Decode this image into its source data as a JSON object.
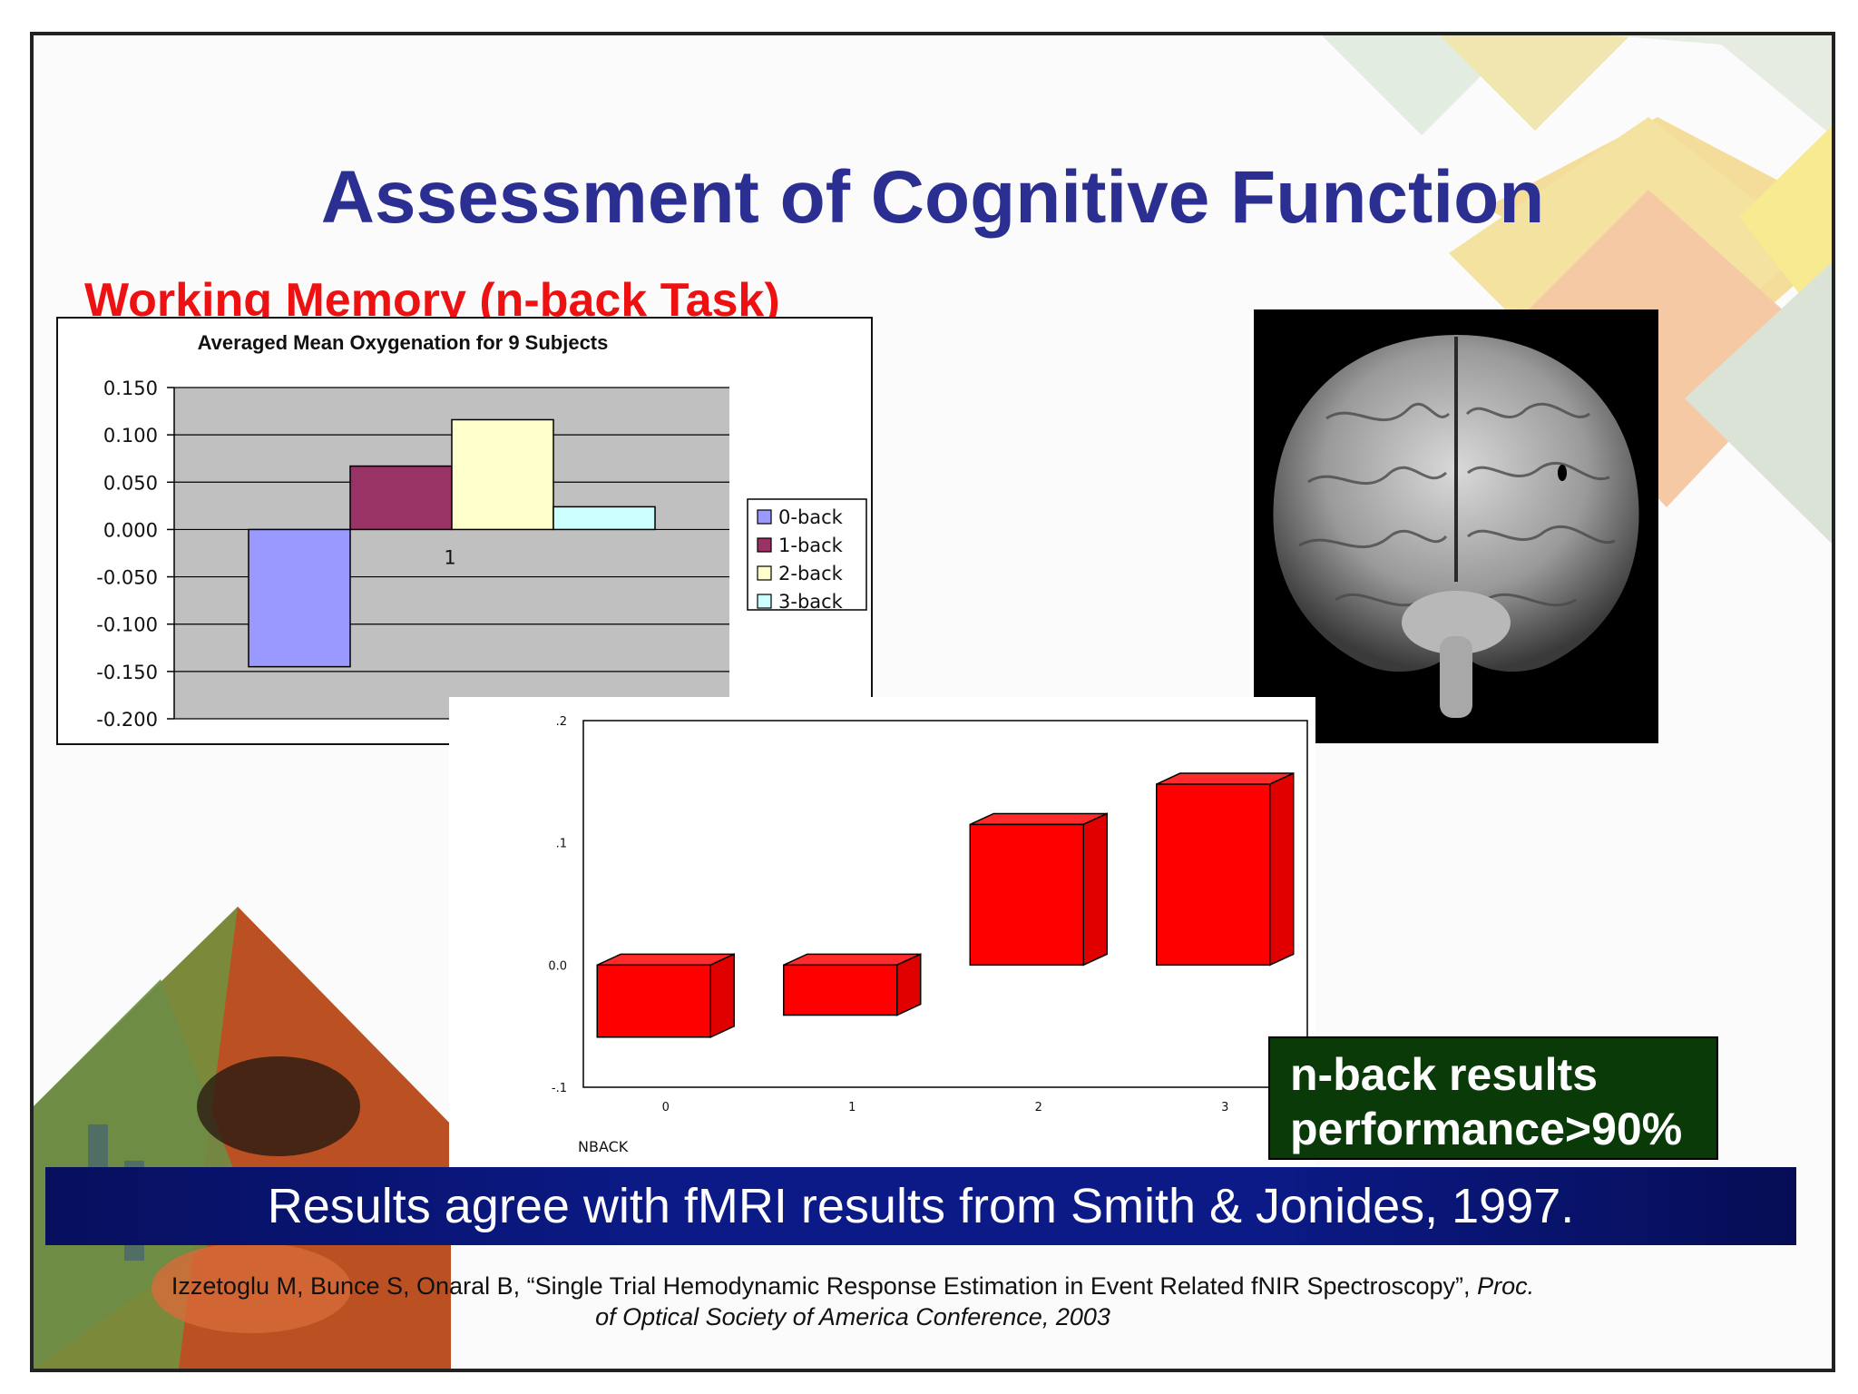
{
  "slide": {
    "title": "Assessment of Cognitive Function",
    "subtitle": "Working Memory (n-back Task)",
    "callout_line1": "n-back results",
    "callout_line2": "performance>90%",
    "banner": "Results agree with fMRI results from Smith & Jonides, 1997.",
    "citation_plain": "Izzetoglu M, Bunce S, Onaral B, “Single Trial Hemodynamic Response Estimation in Event Related fNIR Spectroscopy”,",
    "citation_italic1": "Proc.",
    "citation_italic2": "of Optical Society of America Conference, 2003"
  },
  "colors": {
    "title": "#2b2f91",
    "subtitle": "#ee1111",
    "callout_bg": "#093a08",
    "banner_bg": "#0b1a86"
  },
  "chart_data": [
    {
      "type": "bar",
      "title": "Averaged Mean Oxygenation for 9 Subjects",
      "categories": [
        "1"
      ],
      "series": [
        {
          "name": "0-back",
          "values": [
            -0.145
          ],
          "color": "#9999ff"
        },
        {
          "name": "1-back",
          "values": [
            0.067
          ],
          "color": "#993366"
        },
        {
          "name": "2-back",
          "values": [
            0.116
          ],
          "color": "#ffffcc"
        },
        {
          "name": "3-back",
          "values": [
            0.024
          ],
          "color": "#ccffff"
        }
      ],
      "ylim": [
        -0.2,
        0.15
      ],
      "yticks": [
        "0.150",
        "0.100",
        "0.050",
        "0.000",
        "-0.050",
        "-0.100",
        "-0.150",
        "-0.200"
      ],
      "grid": true,
      "legend": "right"
    },
    {
      "type": "bar",
      "title": "",
      "xlabel": "NBACK",
      "ylabel": "",
      "categories": [
        "0",
        "1",
        "2",
        "3"
      ],
      "values": [
        -0.059,
        -0.041,
        0.115,
        0.148
      ],
      "ylim": [
        -0.1,
        0.2
      ],
      "yticks": [
        ".2",
        ".1",
        "0.0",
        "-.1"
      ],
      "color": "#ff0000",
      "grid": false,
      "legend": "none"
    }
  ]
}
